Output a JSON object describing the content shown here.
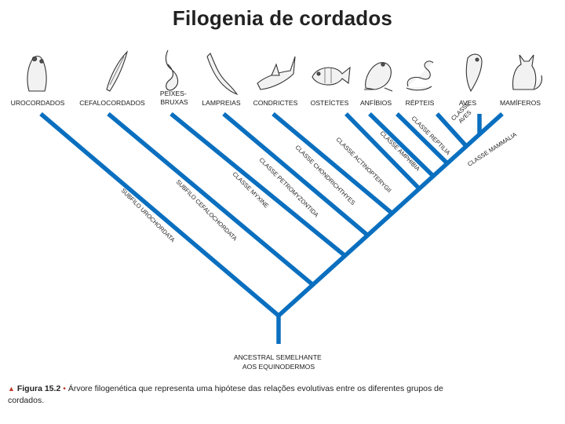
{
  "title": "Filogenia de cordados",
  "taxa": [
    {
      "label": "UROCORDADOS",
      "icon": "sea-squirt-icon"
    },
    {
      "label": "CEFALOCORDADOS",
      "icon": "lancelet-icon"
    },
    {
      "label": "PEIXES-\nBRUXAS",
      "icon": "hagfish-icon"
    },
    {
      "label": "LAMPREIAS",
      "icon": "lamprey-icon"
    },
    {
      "label": "CONDRICTES",
      "icon": "shark-icon"
    },
    {
      "label": "OSTEÍCTES",
      "icon": "bony-fish-icon"
    },
    {
      "label": "ANFÍBIOS",
      "icon": "frog-icon"
    },
    {
      "label": "RÉPTEIS",
      "icon": "snake-icon"
    },
    {
      "label": "AVES",
      "icon": "parrot-icon"
    },
    {
      "label": "MAMÍFEROS",
      "icon": "cat-icon"
    }
  ],
  "branch_labels": [
    "SUBFILO UROCHORDATA",
    "SUBFILO CEFALOCHORDATA",
    "CLASSE MYXINE",
    "CLASSE PETROMYZONTIDA",
    "CLASSE CHONDRICHTHYES",
    "CLASSE ACTINOPTERYGII",
    "CLASSE AMPHIBIA",
    "CLASSE REPTILIA",
    "CLASSE\nAVES",
    "CLASSE MAMMALIA"
  ],
  "root_label": "ANCESTRAL SEMELHANTE\nAOS EQUINODERMOS",
  "caption": {
    "marker": "▲",
    "figure": "Figura 15.2",
    "bullet": "•",
    "text": "Árvore filogenética que representa uma hipótese das relações evolutivas entre os diferentes grupos de cordados."
  },
  "colors": {
    "branch": "#0a6fbf",
    "marker": "#c0392b"
  }
}
